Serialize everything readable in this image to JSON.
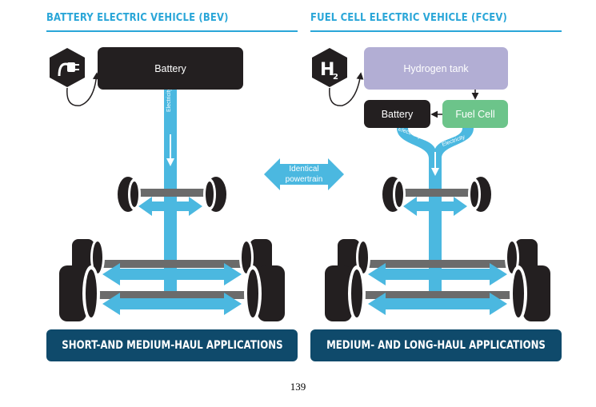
{
  "bev": {
    "heading": "BATTERY ELECTRIC VEHICLE (BEV)",
    "battery_label": "Battery",
    "flow_label": "Electricity",
    "banner": "SHORT-AND MEDIUM-HAUL APPLICATIONS"
  },
  "fcev": {
    "heading": "FUEL CELL ELECTRIC VEHICLE (FCEV)",
    "hydrogen_tank_label": "Hydrogen tank",
    "battery_label": "Battery",
    "fuel_cell_label": "Fuel Cell",
    "flow_label_left": "Electricity",
    "flow_label_right": "Electricity",
    "banner": "MEDIUM- AND LONG-HAUL APPLICATIONS",
    "h2_symbol": "H",
    "h2_subscript": "2"
  },
  "center": {
    "identical_line1": "Identical",
    "identical_line2": "powertrain"
  },
  "page_number": "139",
  "colors": {
    "accent": "#2aa6d8",
    "shaft": "#4bb8e0",
    "dark_box": "#231f20",
    "tank": "#b2aed4",
    "fuel_cell": "#6cc48a",
    "banner": "#0f4a6b"
  },
  "icons": [
    "plug-icon",
    "hydrogen-h2-icon"
  ]
}
